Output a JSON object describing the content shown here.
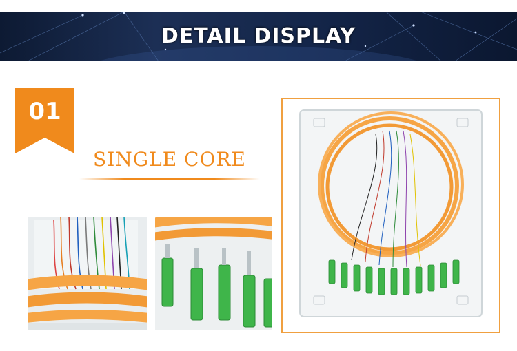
{
  "banner": {
    "title": "DETAIL DISPLAY"
  },
  "feature": {
    "number": "01",
    "heading": "SINGLE CORE"
  },
  "photos": [
    "photo-fiber-colors-closeup",
    "photo-connectors-closeup",
    "photo-pigtail-tray"
  ],
  "colors": {
    "accent": "#f08a1c",
    "banner": "#14264a",
    "cable": "#f6a545",
    "connector": "#3fb54a"
  }
}
